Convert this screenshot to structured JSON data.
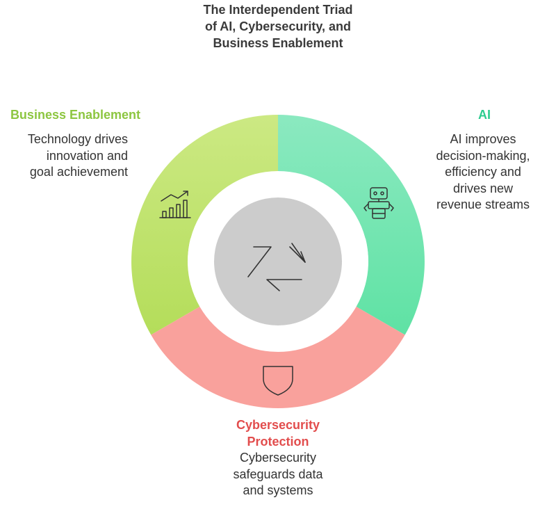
{
  "title": {
    "line1": "The Interdependent Triad",
    "line2": "of AI, Cybersecurity, and",
    "line3": "Business Enablement"
  },
  "segments": {
    "business": {
      "heading": "Business Enablement",
      "desc_lines": [
        "Technology drives",
        "innovation and",
        "goal achievement"
      ],
      "icon": "growth-chart-icon",
      "color": "#b9e26b"
    },
    "ai": {
      "heading": "AI",
      "desc_lines": [
        "AI improves",
        "decision-making,",
        "efficiency and",
        "drives new",
        "revenue streams"
      ],
      "icon": "robot-icon",
      "color": "#7ae8b6"
    },
    "cyber": {
      "heading_lines": [
        "Cybersecurity",
        "Protection"
      ],
      "desc_lines": [
        "Cybersecurity",
        "safeguards data",
        "and systems"
      ],
      "icon": "shield-icon",
      "color": "#f8a09b"
    }
  },
  "center": {
    "icon": "cycle-arrows-icon",
    "color": "#cccccc"
  }
}
